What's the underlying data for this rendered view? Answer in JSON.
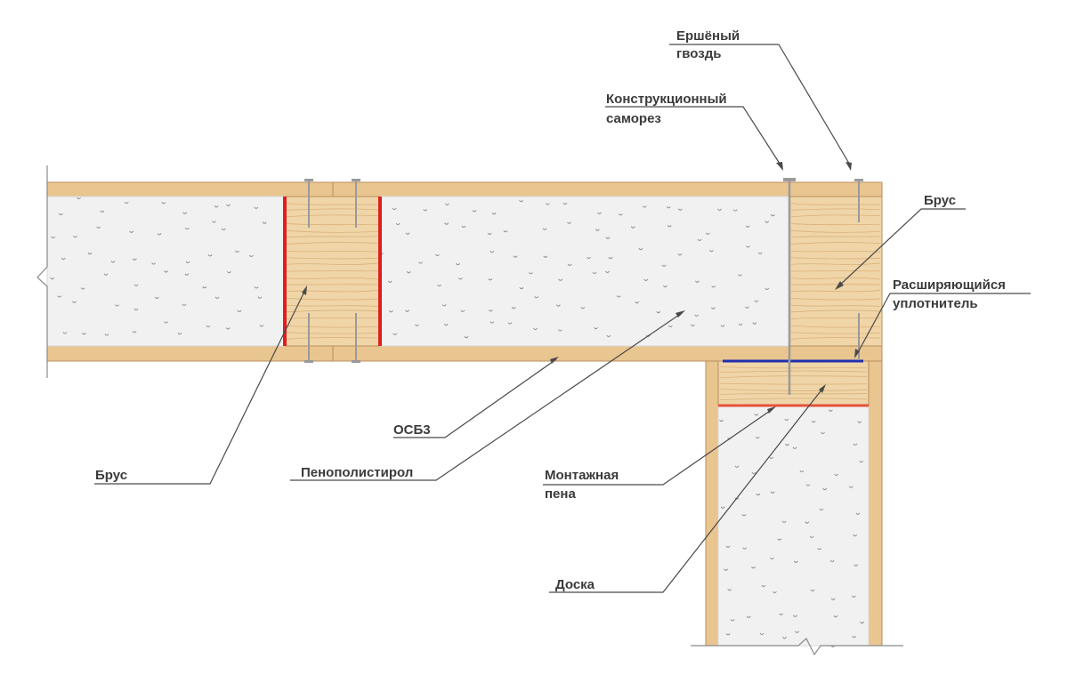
{
  "labels": {
    "nail": [
      "Ершёный",
      "гвоздь"
    ],
    "screw": [
      "Конструкционный",
      "саморез"
    ],
    "timber_right": "Брус",
    "sealant": [
      "Расширяющийся",
      "уплотнитель"
    ],
    "osb": "ОСБ3",
    "timber_left": "Брус",
    "eps": "Пенополистирол",
    "foam": [
      "Монтажная",
      "пена"
    ],
    "board": "Доска"
  },
  "colors": {
    "wood": "#f0d5a8",
    "wood_edge": "#b88f5c",
    "wood_grain": "#d8b27a",
    "osb": "#e9c590",
    "eps": "#f1f1f1",
    "eps_dot": "#8a8a8a",
    "foam_line": "#e01e1e",
    "foam_line_lower": "#e3533b",
    "sealant": "#1f2fb0",
    "leader": "#4a4a4a",
    "fastener": "#9a9a9a"
  }
}
